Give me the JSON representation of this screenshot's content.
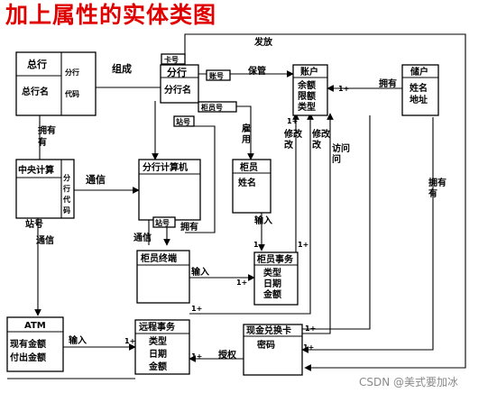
{
  "title": "加上属性的实体类图",
  "watermark": "CSDN @美式要加冰",
  "entities": {
    "head_office": {
      "name": "总行",
      "attr": "总行名",
      "key": "分行代码"
    },
    "branch": {
      "name": "分行",
      "attr": "分行名",
      "tag_card": "卡号"
    },
    "account": {
      "name": "账户",
      "attrs": [
        "余额",
        "限额",
        "类型"
      ]
    },
    "depositor": {
      "name": "储户",
      "attrs": [
        "姓名",
        "地址"
      ]
    },
    "central_computer": {
      "name": "中央计算",
      "key": "分行代码"
    },
    "branch_computer": {
      "name": "分行计算机"
    },
    "teller": {
      "name": "柜员",
      "attr": "姓名"
    },
    "teller_terminal": {
      "name": "柜员终端"
    },
    "teller_transaction": {
      "name": "柜员事务",
      "attrs": [
        "类型",
        "日期",
        "金额"
      ]
    },
    "atm": {
      "name": "ATM",
      "attrs": [
        "现有金额",
        "付出金额"
      ]
    },
    "remote_transaction": {
      "name": "远程事务",
      "attrs": [
        "类型",
        "日期",
        "金额"
      ]
    },
    "cash_card": {
      "name": "现金兑换卡",
      "attr": "密码"
    }
  },
  "labels": {
    "issue": "发放",
    "compose": "组成",
    "save": "保管",
    "account_no": "账号",
    "own_1": "拥有",
    "own_2": "拥有",
    "own_3": "拥有",
    "own_4": "拥有",
    "teller_no": "柜员号",
    "station_no_1": "站号",
    "station_no_2": "站号",
    "station_no_3": "站号",
    "employ": "雇用",
    "modify_1": "修改",
    "modify_2": "修改",
    "access": "访问",
    "communicate_1": "通信",
    "communicate_2": "通信",
    "communicate_3": "通信",
    "input_1": "输入",
    "input_2": "输入",
    "input_3": "输入",
    "authorize": "授权"
  },
  "multiplicity": {
    "one_plus": "1+"
  }
}
